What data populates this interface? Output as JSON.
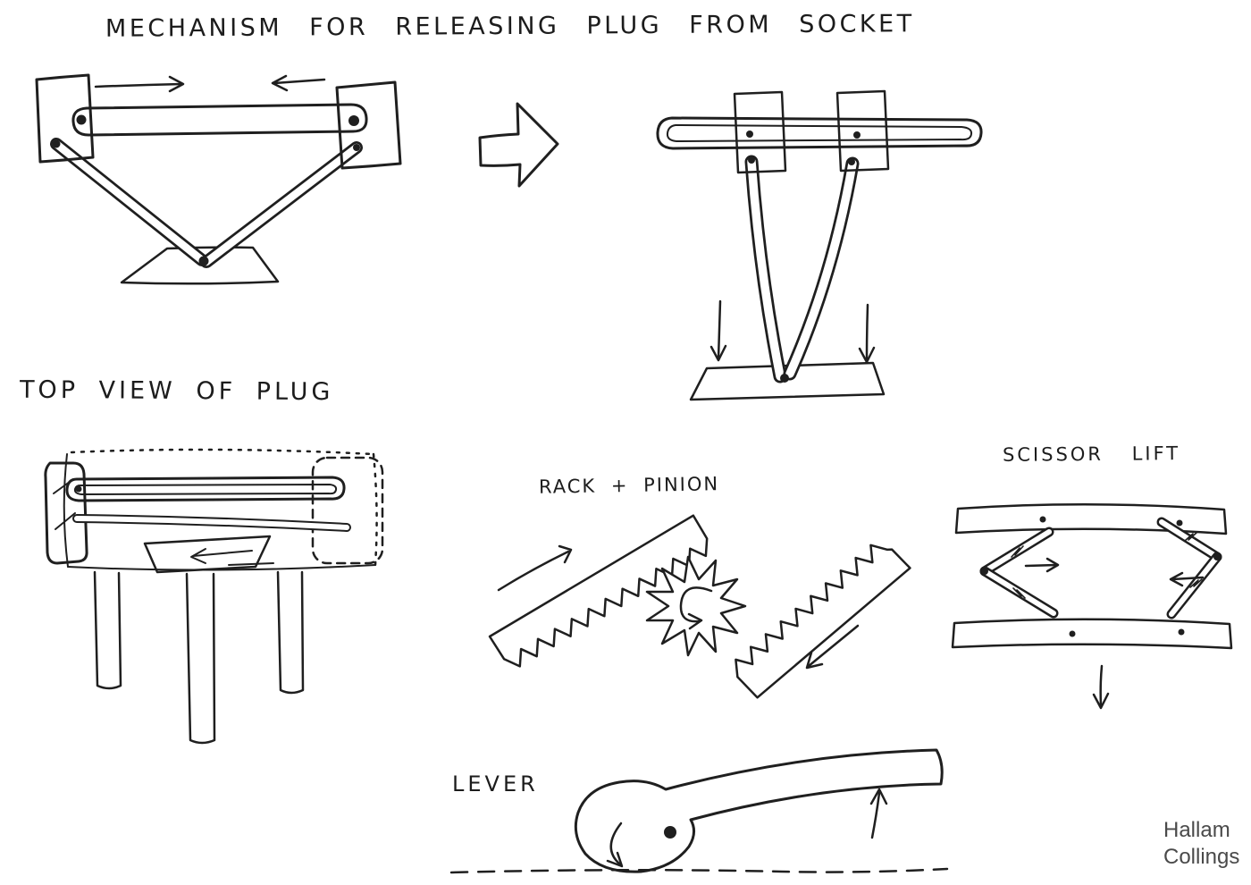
{
  "page": {
    "title": "MECHANISM FOR RELEASING PLUG FROM SOCKET",
    "background_color": "#ffffff",
    "ink_color": "#1f1f1f"
  },
  "labels": {
    "top_view": "TOP VIEW OF PLUG",
    "rack_pinion": "RACK + PINION",
    "scissor_lift": "SCISSOR LIFT",
    "lever": "LEVER"
  },
  "signature": {
    "name_line1": "Hallam",
    "name_line2": "Collings",
    "color": "#4a4a4a"
  }
}
